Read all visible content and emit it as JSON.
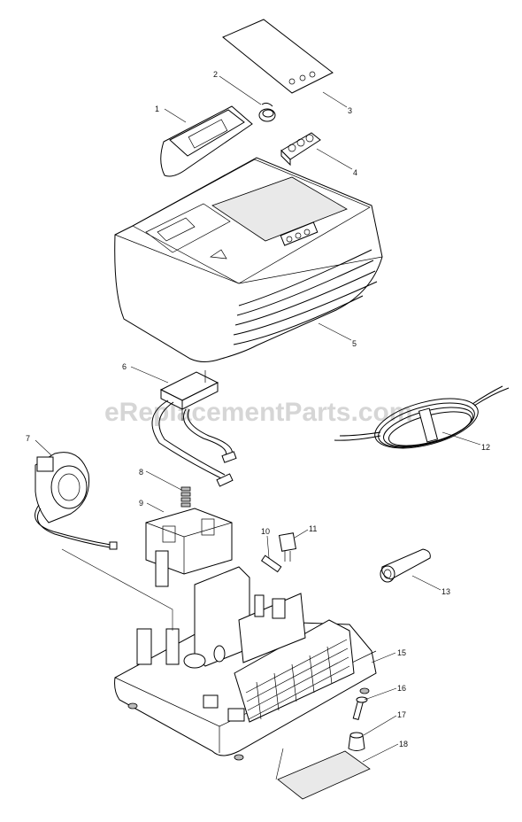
{
  "watermark": "eReplacementParts.com",
  "callouts": [
    "1",
    "2",
    "3",
    "4",
    "5",
    "6",
    "7",
    "8",
    "9",
    "10",
    "11",
    "12",
    "13",
    "15",
    "16",
    "17",
    "18"
  ]
}
